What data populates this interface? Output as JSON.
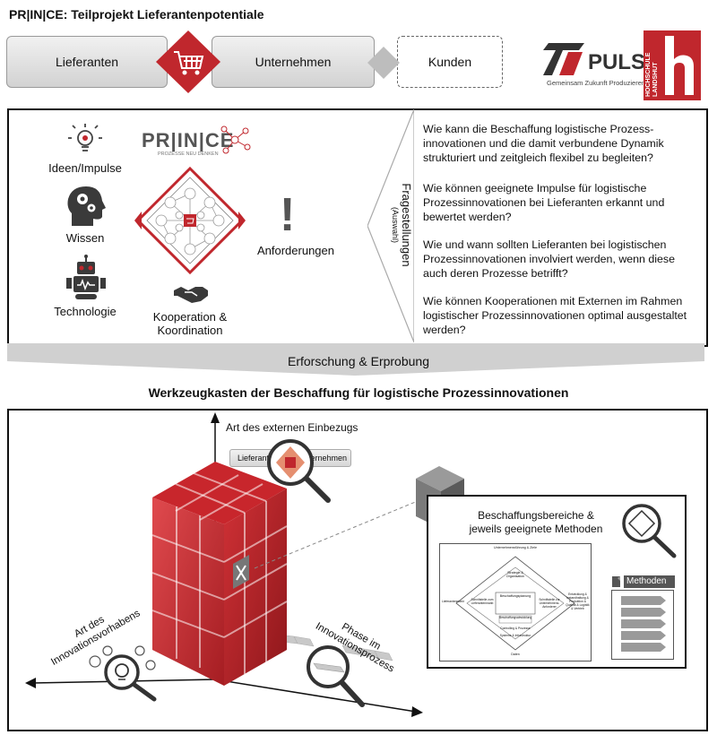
{
  "header": {
    "title": "PR|IN|CE: Teilprojekt Lieferantenpotentiale",
    "flow": [
      "Lieferanten",
      "Unternehmen",
      "Kunden"
    ]
  },
  "logos": {
    "puls_name": "PULS",
    "puls_tagline": "Gemeinsam Zukunft Produzieren",
    "hochschule_line1": "HOCHSCHULE",
    "hochschule_line2": "LANDSHUT",
    "prince_text": "PR|IN|CE",
    "prince_subtext": "PROZESSE NEU DENKEN"
  },
  "top_panel": {
    "left_items": [
      "Ideen/Impulse",
      "Wissen",
      "Technologie"
    ],
    "center_caption": "Kooperation & Koordination",
    "right_caption": "Anforderungen",
    "exclamation": "!",
    "side_label": "Fragestellungen",
    "side_sublabel": "(Auswahl)",
    "questions": [
      "Wie kann die Beschaffung logistische Prozess-innovationen und die damit verbundene Dynamik strukturiert und zeitgleich flexibel zu begleiten?",
      "Wie können geeignete Impulse für logistische Prozessinnovationen bei Lieferanten erkannt und bewertet werden?",
      "Wie und wann sollten Lieferanten bei logistischen Prozessinnovationen involviert werden, wenn diese auch deren Prozesse betrifft?",
      "Wie können Kooperationen mit Externen im Rahmen logistischer Prozessinnovationen optimal ausgestaltet werden?"
    ]
  },
  "banner": "Erforschung & Erprobung",
  "section_title": "Werkzeugkasten der Beschaffung für logistische Prozessinnovationen",
  "bottom_panel": {
    "axis_vertical": "Art des externen Einbezugs",
    "axis_left_line1": "Art des",
    "axis_left_line2": "Innovationsvorhabens",
    "axis_right_line1": "Phase im",
    "axis_right_line2": "Innovationsprozess",
    "mini_left": "Lieferanten",
    "mini_right": "Unternehmen",
    "box_title_line1": "Beschaffungsbereiche &",
    "box_title_line2": "jeweils geeignete Methoden",
    "methods_label": "Methoden",
    "inner_diagram": {
      "top": "Unternehmensführung & Ziele",
      "strategy": "Strategie & Organisation",
      "center": "Beschaffungsplanung",
      "left_inner": "Schnittstelle zum Lieferantenmarkt",
      "right_inner": "Schnittstelle zur Unternehmens-Anforderer",
      "left_outer": "Lieferantenmarkt",
      "right_outer": "Entwicklung & Instandhaltung & Produktion & Qualität & Logistik & Vertrieb",
      "sub1": "Beschaffungsabwicklung",
      "sub2": "Controlling & Prozesse",
      "sub3": "Systeme & Infrastruktur",
      "bottom": "Daten"
    }
  },
  "colors": {
    "accent_red": "#c0272d",
    "cube_red": "#c8262c",
    "gray_box": "#d9d9d9"
  }
}
